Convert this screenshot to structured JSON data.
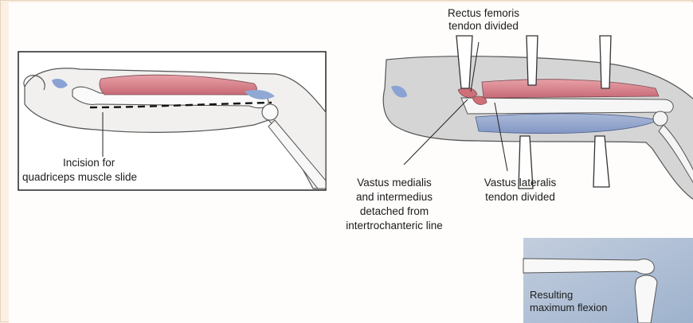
{
  "figure": {
    "labels": {
      "incision_line1": "Incision for",
      "incision_line2": "quadriceps muscle slide",
      "rectus_line1": "Rectus femoris",
      "rectus_line2": "tendon divided",
      "vastus_medialis_line1": "Vastus medialis",
      "vastus_medialis_line2": "and intermedius",
      "vastus_medialis_line3": "detached from",
      "vastus_medialis_line4": "intertrochanteric line",
      "vastus_lateralis_line1": "Vastus lateralis",
      "vastus_lateralis_line2": "tendon divided",
      "result_line1": "Resulting",
      "result_line2": "maximum flexion"
    }
  }
}
